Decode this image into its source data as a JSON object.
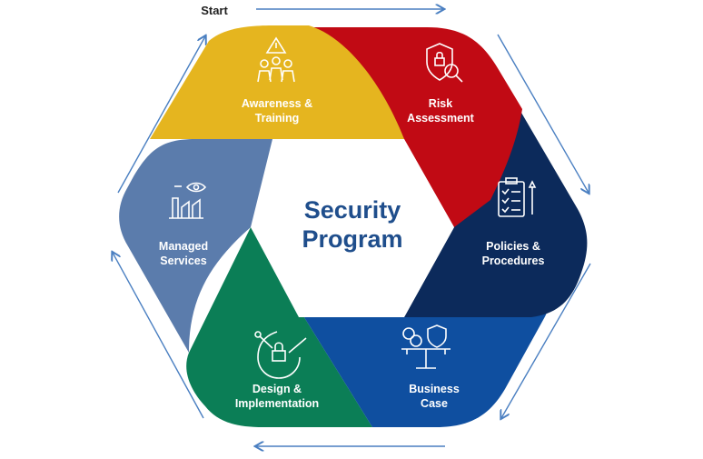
{
  "start_label": "Start",
  "center": {
    "line1": "Security",
    "line2": "Program"
  },
  "segments": [
    {
      "name": "awareness-training",
      "line1": "Awareness &",
      "line2": "Training",
      "icon": "people-warning-icon",
      "color": "#e5b51f"
    },
    {
      "name": "risk-assessment",
      "line1": "Risk",
      "line2": "Assessment",
      "icon": "shield-search-icon",
      "color": "#c10a14"
    },
    {
      "name": "policies-procedures",
      "line1": "Policies &",
      "line2": "Procedures",
      "icon": "clipboard-checklist-icon",
      "color": "#0c2a5b"
    },
    {
      "name": "business-case",
      "line1": "Business",
      "line2": "Case",
      "icon": "balance-scale-icon",
      "color": "#0f4fa0"
    },
    {
      "name": "design-implementation",
      "line1": "Design &",
      "line2": "Implementation",
      "icon": "lock-tools-icon",
      "color": "#0b7e56"
    },
    {
      "name": "managed-services",
      "line1": "Managed",
      "line2": "Services",
      "icon": "factory-eye-icon",
      "color": "#5b7cac"
    }
  ],
  "colors": {
    "arrow": "#4a7fc1",
    "center_text": "#1f4e8c"
  }
}
